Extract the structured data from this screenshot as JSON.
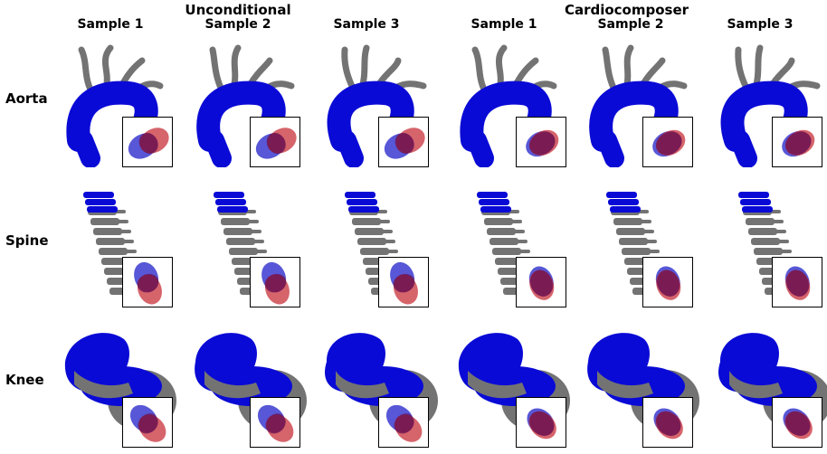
{
  "groups": [
    {
      "title": "Unconditional"
    },
    {
      "title": "Cardiocomposer"
    }
  ],
  "columns": [
    {
      "label": "Sample 1"
    },
    {
      "label": "Sample 2"
    },
    {
      "label": "Sample 3"
    },
    {
      "label": "Sample 1"
    },
    {
      "label": "Sample 2"
    },
    {
      "label": "Sample 3"
    }
  ],
  "rows": [
    {
      "label": "Aorta"
    },
    {
      "label": "Spine"
    },
    {
      "label": "Knee"
    }
  ],
  "colors": {
    "structure_blue": "#0a0ad6",
    "structure_gray": "#737373",
    "ellipse_blue": "#3a3ad0",
    "ellipse_red": "#c8303a",
    "overlap": "#6a1250"
  }
}
